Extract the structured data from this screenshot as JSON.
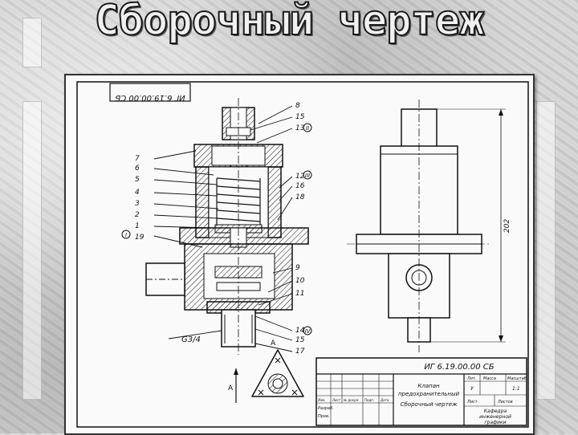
{
  "page_title": "Сборочный чертеж",
  "drawing": {
    "code_top": "ИГ 6.19.00.00 СБ",
    "code_stamp": "ИГ 6.19.00.00 СБ",
    "part_numbers": [
      "8",
      "15",
      "13",
      "7",
      "6",
      "5",
      "4",
      "3",
      "2",
      "1",
      "19",
      "12",
      "16",
      "18",
      "9",
      "10",
      "11",
      "14",
      "15",
      "17"
    ],
    "section_marks": [
      "II",
      "III",
      "I",
      "IV"
    ],
    "thread_label": "G3/4",
    "view_label": "A",
    "view_arrow_label": "A",
    "dimension": "202",
    "title_block": {
      "name_line1": "Клапан",
      "name_line2": "предохранительный",
      "doc_type": "Сборочный чертеж",
      "lit": "Лит.",
      "mass": "Масса",
      "scale": "Масштаб",
      "scale_value": "1:1",
      "u": "У",
      "sheet": "Лист",
      "sheets": "Листов",
      "org_line1": "Кафедра",
      "org_line2": "инженерной",
      "org_line3": "графики",
      "rows": [
        "Изм.",
        "Лист",
        "№ докум.",
        "Подп.",
        "Дата"
      ],
      "roles": [
        "Разраб.",
        "Пров."
      ]
    }
  },
  "colors": {
    "ink": "#111111",
    "paper": "#fafafa"
  }
}
